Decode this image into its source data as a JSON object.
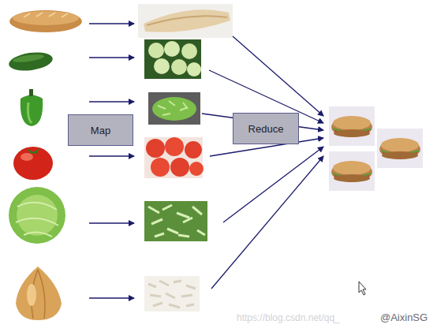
{
  "diagram": {
    "nodes": [
      {
        "text": [
          "Map"
        ]
      },
      {
        "text": [
          "Reduce"
        ]
      }
    ],
    "labels": [
      "https://blog.csdn.net/qq_",
      "@AixinSG"
    ]
  }
}
